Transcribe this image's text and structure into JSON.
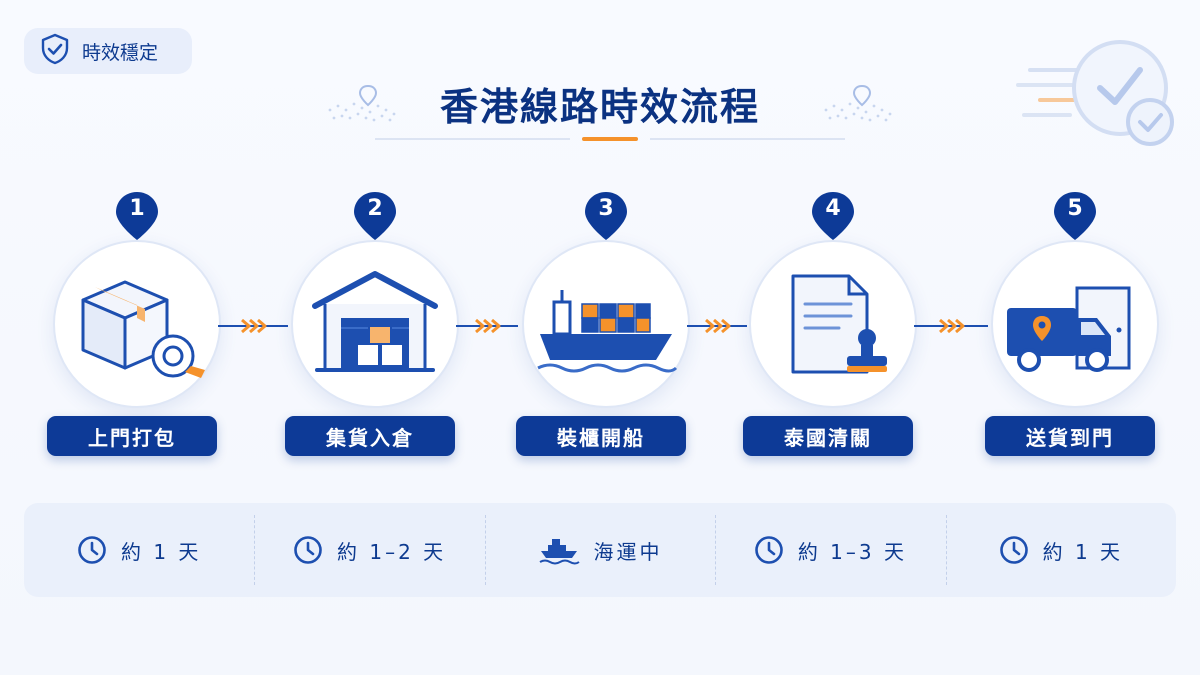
{
  "badge": {
    "icon": "shield-check-icon",
    "label": "時效穩定"
  },
  "title": "香港線路時效流程",
  "colors": {
    "primary": "#0d3a97",
    "accent": "#f5922b",
    "light": "#eaf0fb"
  },
  "steps": [
    {
      "number": "1",
      "label": "上門打包",
      "icon": "package-tape-icon",
      "duration_icon": "clock-icon",
      "duration": "約 1 天"
    },
    {
      "number": "2",
      "label": "集貨入倉",
      "icon": "warehouse-icon",
      "duration_icon": "clock-icon",
      "duration": "約 1–2 天"
    },
    {
      "number": "3",
      "label": "裝櫃開船",
      "icon": "cargo-ship-icon",
      "duration_icon": "ship-icon",
      "duration": "海運中"
    },
    {
      "number": "4",
      "label": "泰國清關",
      "icon": "document-stamp-icon",
      "duration_icon": "clock-icon",
      "duration": "約 1–3 天"
    },
    {
      "number": "5",
      "label": "送貨到門",
      "icon": "delivery-truck-icon",
      "duration_icon": "clock-icon",
      "duration": "約 1 天"
    }
  ]
}
